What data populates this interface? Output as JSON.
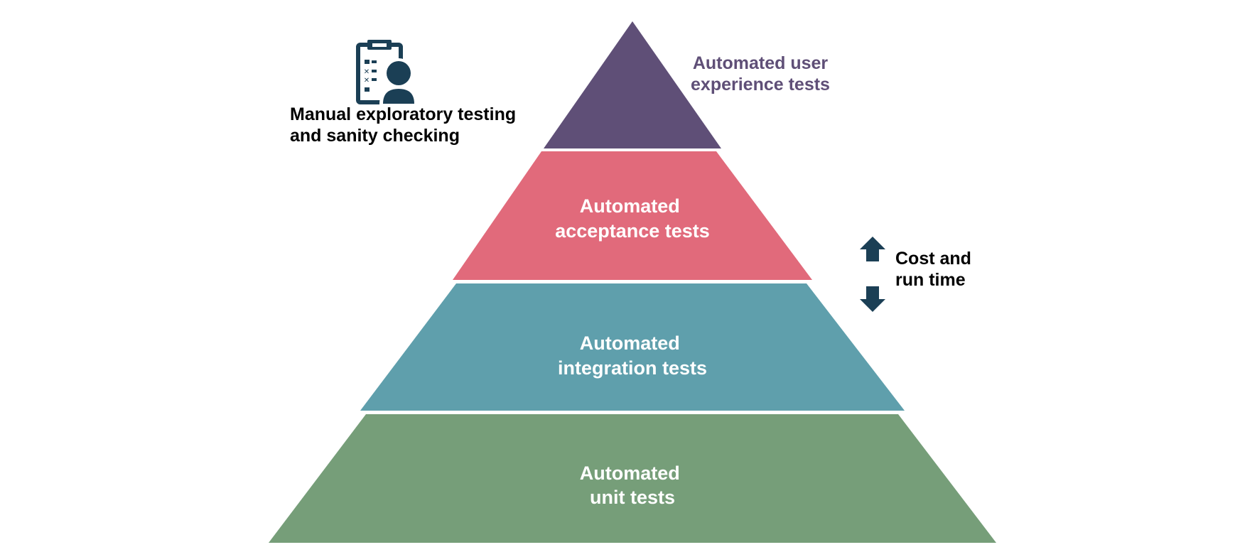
{
  "colors": {
    "top_tier": "#5f4f77",
    "acceptance_tier": "#e16a7b",
    "integration_tier": "#5f9fac",
    "unit_tier": "#769e79",
    "icon": "#1b3f55",
    "ux_text": "#5f4f77",
    "tier_text": "#ffffff",
    "side_text": "#000000"
  },
  "pyramid": {
    "tiers": [
      {
        "id": "top",
        "lines": []
      },
      {
        "id": "acceptance",
        "lines": [
          "Automated",
          "acceptance tests"
        ]
      },
      {
        "id": "integration",
        "lines": [
          "Automated",
          "integration tests"
        ]
      },
      {
        "id": "unit",
        "lines": [
          "Automated",
          "unit tests"
        ]
      }
    ]
  },
  "manual": {
    "icon": "clipboard-person-icon",
    "lines": [
      "Manual exploratory testing",
      "and sanity checking"
    ]
  },
  "ux": {
    "lines": [
      "Automated user",
      "experience tests"
    ]
  },
  "cost": {
    "up_icon": "arrow-up-icon",
    "down_icon": "arrow-down-icon",
    "lines": [
      "Cost and",
      "run time"
    ]
  }
}
